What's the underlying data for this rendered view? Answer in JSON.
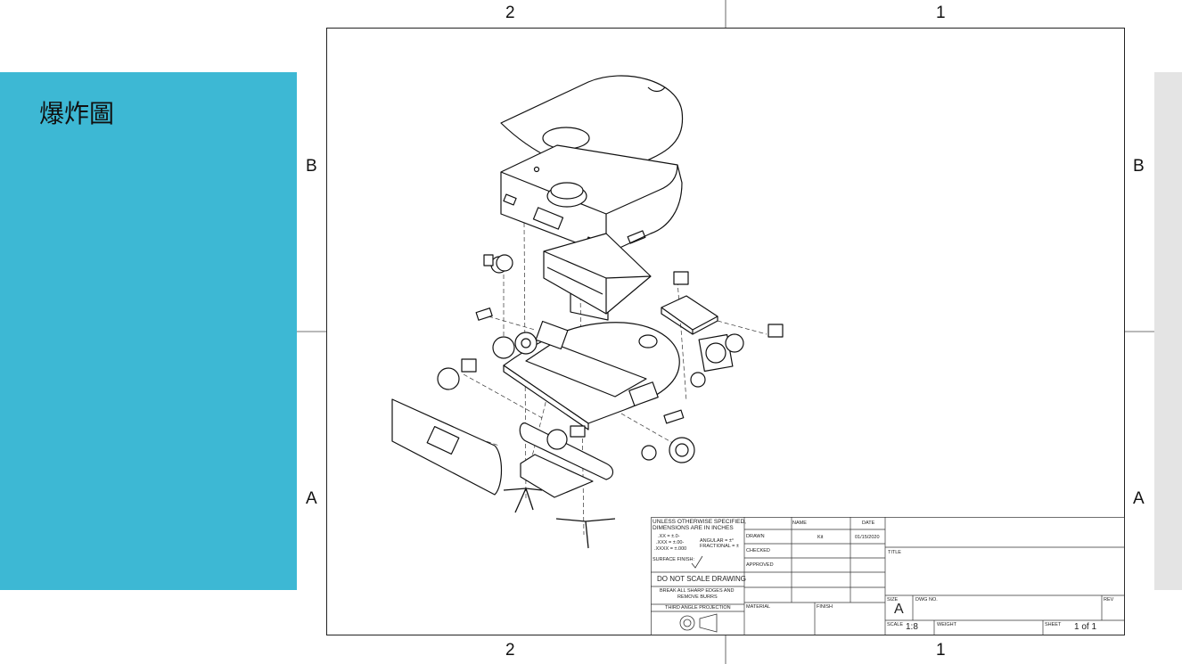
{
  "slide": {
    "title": "爆炸圖"
  },
  "zones": {
    "top": [
      "2",
      "1"
    ],
    "bottom": [
      "2",
      "1"
    ],
    "left": [
      "B",
      "A"
    ],
    "right": [
      "B",
      "A"
    ]
  },
  "title_block": {
    "tolerance_header": "UNLESS OTHERWISE SPECIFIED,",
    "dims_in": "DIMENSIONS ARE IN INCHES",
    "tol_x": ".XX = ±.0-",
    "tol_xx": ".XXX = ±.00-",
    "tol_xxx": ".XXXX = ±.000",
    "angular": "ANGULAR = ±°",
    "fractional": "FRACTIONAL = ±",
    "surface_finish": "SURFACE FINISH:",
    "do_not_scale": "DO NOT SCALE DRAWING",
    "break_edges_1": "BREAK ALL SHARP EDGES AND",
    "break_edges_2": "REMOVE BURRS",
    "projection": "THIRD ANGLE PROJECTION",
    "col_name": "NAME",
    "col_date": "DATE",
    "drawn": "DRAWN",
    "drawn_name": "Kit",
    "drawn_date": "01/15/2020",
    "checked": "CHECKED",
    "approved": "APPROVED",
    "material": "MATERIAL",
    "finish": "FINISH",
    "title_label": "TITLE",
    "size_label": "SIZE",
    "size_value": "A",
    "dwg_no": "DWG NO.",
    "rev": "REV",
    "scale_label": "SCALE",
    "scale_value": "1:8",
    "weight": "WEIGHT",
    "sheet_label": "SHEET",
    "sheet_value": "1 of 1"
  }
}
